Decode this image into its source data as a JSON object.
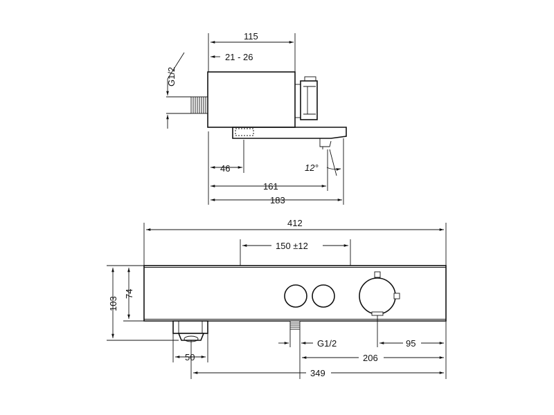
{
  "side_view": {
    "dims": {
      "top_width": "115",
      "inner_range": "21 - 26",
      "thread_left": "G1/2",
      "base_offset": "46",
      "spout_angle": "12°",
      "spout_reach": "161",
      "total_depth": "183"
    }
  },
  "front_view": {
    "dims": {
      "total_width": "412",
      "centers": "150 ±12",
      "height_outer": "103",
      "height_inner": "74",
      "spout_width": "50",
      "thread_bottom": "G1/2",
      "right_offset": "95",
      "inlet_to_right": "206",
      "total_bottom": "349"
    }
  }
}
